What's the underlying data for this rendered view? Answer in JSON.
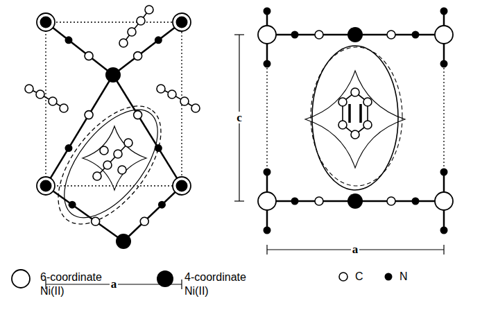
{
  "diagram": {
    "labels": [
      "a",
      "c",
      "a"
    ],
    "legend": [
      {
        "text": "6-coordinate Ni(II)"
      },
      {
        "text": "4-coordinate Ni(II)"
      },
      {
        "text": "C"
      },
      {
        "text": "N"
      }
    ]
  }
}
